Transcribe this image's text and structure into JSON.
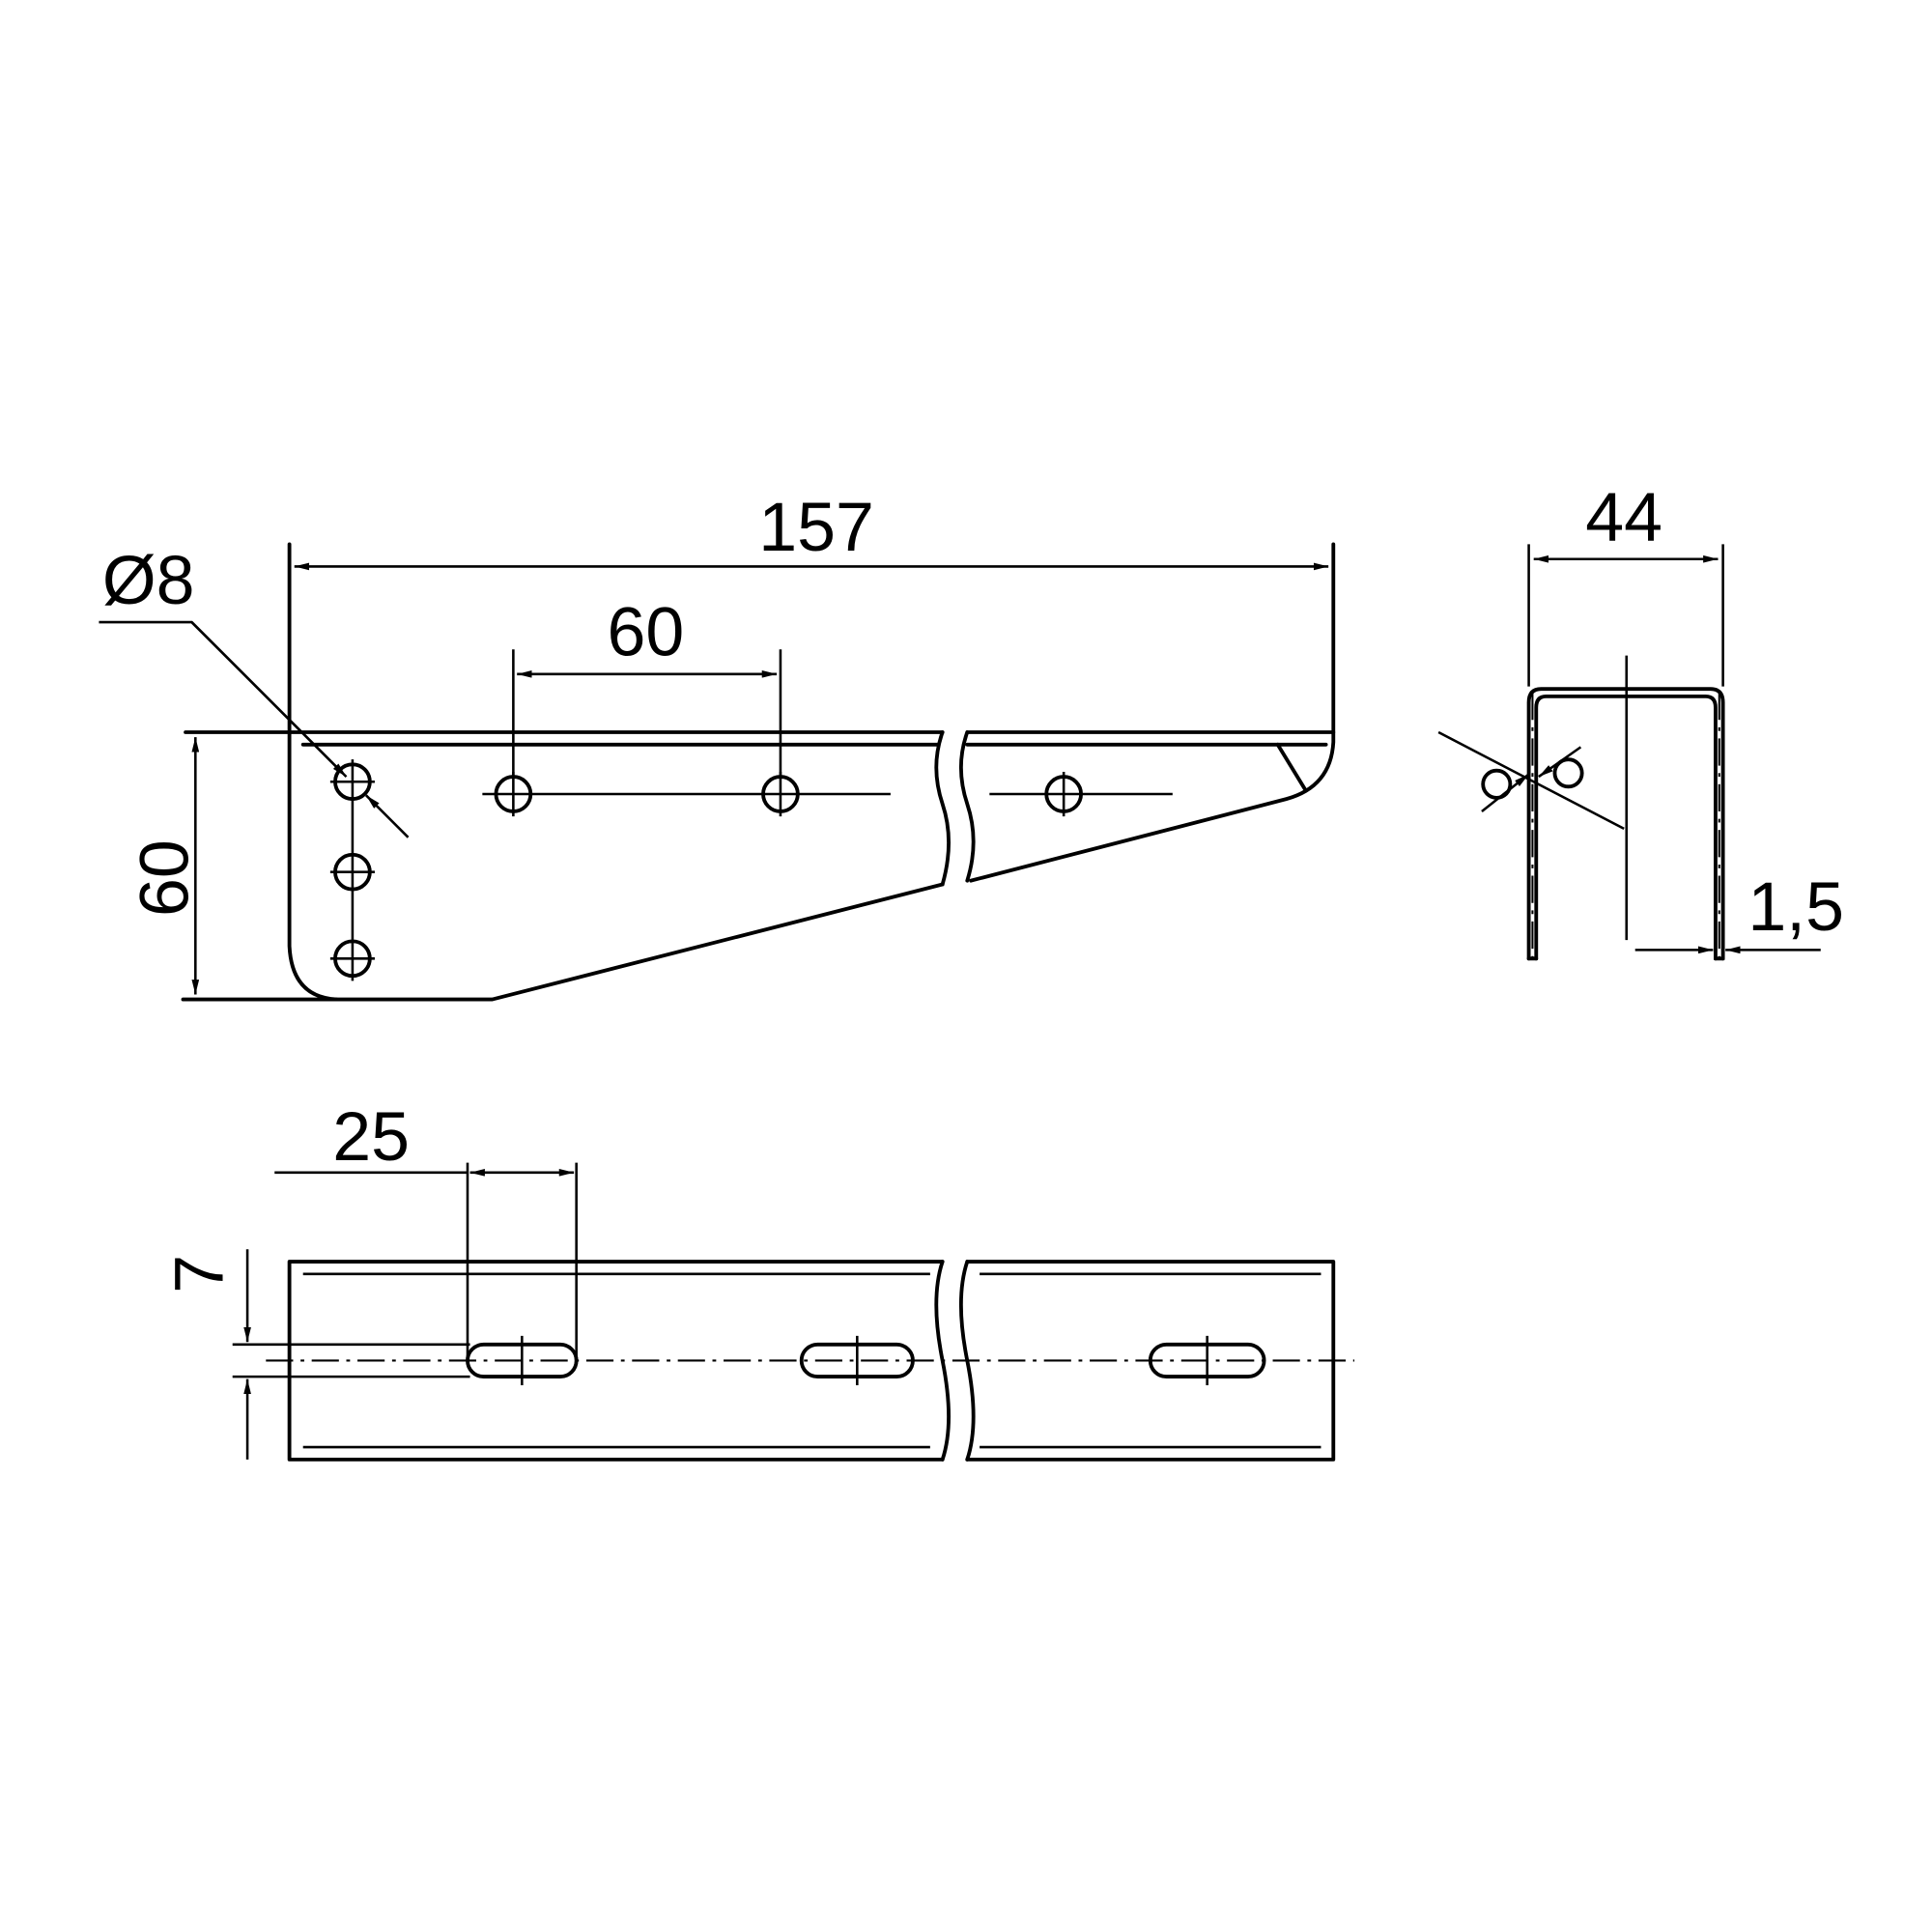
{
  "drawing": {
    "side_view": {
      "overall_length": "157",
      "hole_spacing": "60",
      "hole_diameter": "Ø8",
      "height": "60"
    },
    "end_view": {
      "width": "44",
      "thickness": "1,5"
    },
    "top_view": {
      "slot_length": "25",
      "slot_width": "7"
    },
    "line_color": "#000000"
  }
}
